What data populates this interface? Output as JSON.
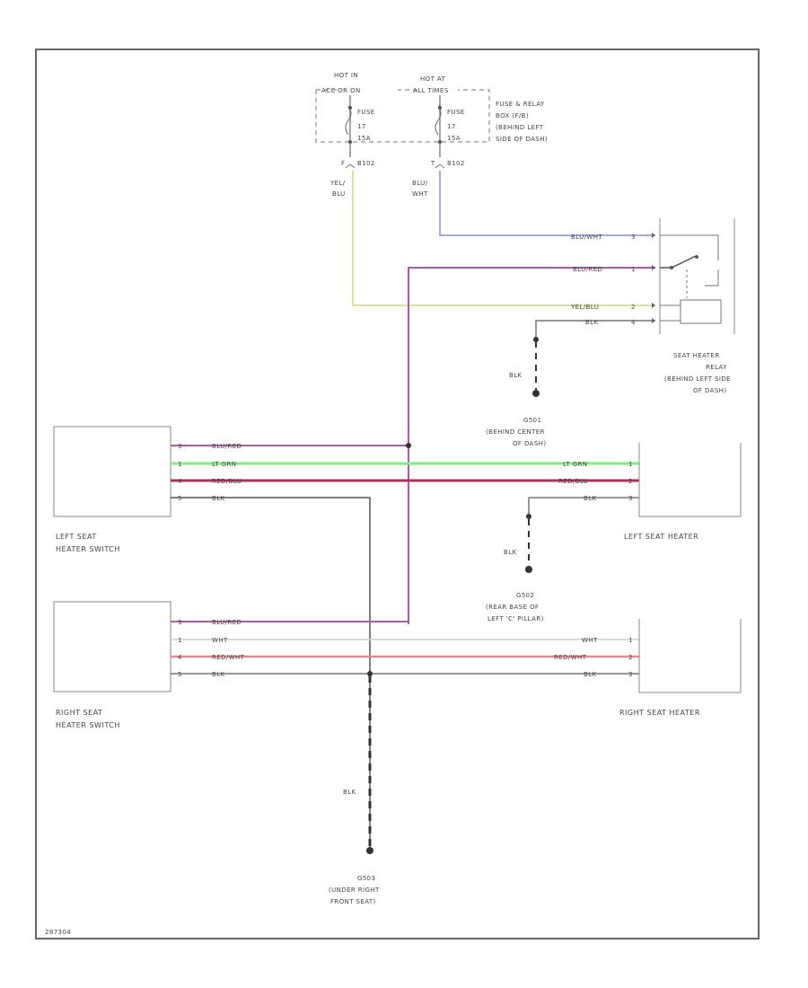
{
  "power": {
    "hot1_title1": "HOT IN",
    "hot1_title2": "ACC OR ON",
    "hot2_title1": "HOT AT",
    "hot2_title2": "ALL TIMES",
    "fuse1_label": "FUSE",
    "fuse1_num": "17",
    "fuse1_amp": "15A",
    "fuse2_label": "FUSE",
    "fuse2_num": "17",
    "fuse2_amp": "15A",
    "fuse_box_1": "FUSE & RELAY",
    "fuse_box_2": "BOX (F/B)",
    "fuse_box_3": "(BEHIND LEFT",
    "fuse_box_4": "SIDE OF DASH)",
    "conn1_pin": "F",
    "conn1_id": "B102",
    "conn2_pin": "T",
    "conn2_id": "B102",
    "wire1_c1": "YEL/",
    "wire1_c2": "BLU",
    "wire2_c1": "BLU/",
    "wire2_c2": "WHT"
  },
  "relay": {
    "title_1": "SEAT HEATER",
    "title_2": "RELAY",
    "title_3": "(BEHIND LEFT SIDE",
    "title_4": "OF DASH)",
    "wire_blu_wht": "BLU/WHT",
    "wire_blu_red": "BLU/RED",
    "wire_yel_blu": "YEL/BLU",
    "wire_blk": "BLK",
    "pin1": "3",
    "pin2": "1",
    "pin3": "2",
    "pin4": "4"
  },
  "ground_g501": {
    "wire": "BLK",
    "id": "G501",
    "loc_1": "(BEHIND CENTER",
    "loc_2": "OF DASH)"
  },
  "left_switch": {
    "label_1": "LEFT SEAT",
    "label_2": "HEATER SWITCH",
    "pin1": "3",
    "pin2": "1",
    "pin3": "4",
    "pin4": "5",
    "wire1": "BLU/RED",
    "wire2": "LT GRN",
    "wire3": "RED/BLU",
    "wire4": "BLK"
  },
  "left_heater": {
    "label": "LEFT SEAT HEATER",
    "wire1": "LT GRN",
    "wire2": "RED/BLU",
    "wire3": "BLK",
    "pin1": "1",
    "pin2": "2",
    "pin3": "3"
  },
  "ground_g502": {
    "wire": "BLK",
    "id": "G502",
    "loc_1": "(REAR BASE OF",
    "loc_2": "LEFT 'C' PILLAR)"
  },
  "right_switch": {
    "label_1": "RIGHT SEAT",
    "label_2": "HEATER SWITCH",
    "pin1": "3",
    "pin2": "1",
    "pin3": "4",
    "pin4": "5",
    "wire1": "BLU/RED",
    "wire2": "WHT",
    "wire3": "RED/WHT",
    "wire4": "BLK"
  },
  "right_heater": {
    "label": "RIGHT SEAT HEATER",
    "wire1": "WHT",
    "wire2": "RED/WHT",
    "wire3": "BLK",
    "pin1": "1",
    "pin2": "2",
    "pin3": "3"
  },
  "ground_g503": {
    "wire": "BLK",
    "id": "G503",
    "loc_1": "(UNDER RIGHT",
    "loc_2": "FRONT SEAT)"
  },
  "footer": {
    "code": "287304"
  },
  "colors": {
    "frame": "#666666",
    "wire_grey": "#8a8a8a",
    "wire_blue": "#8a8cf0",
    "wire_magenta": "#b05aa8",
    "wire_yellow": "#d9d77a",
    "wire_green": "#7ef07e",
    "wire_red_blu": "#b0305a",
    "wire_red_wht": "#e88a8a",
    "wire_white": "#cfcfcf",
    "wire_black": "#555555"
  }
}
